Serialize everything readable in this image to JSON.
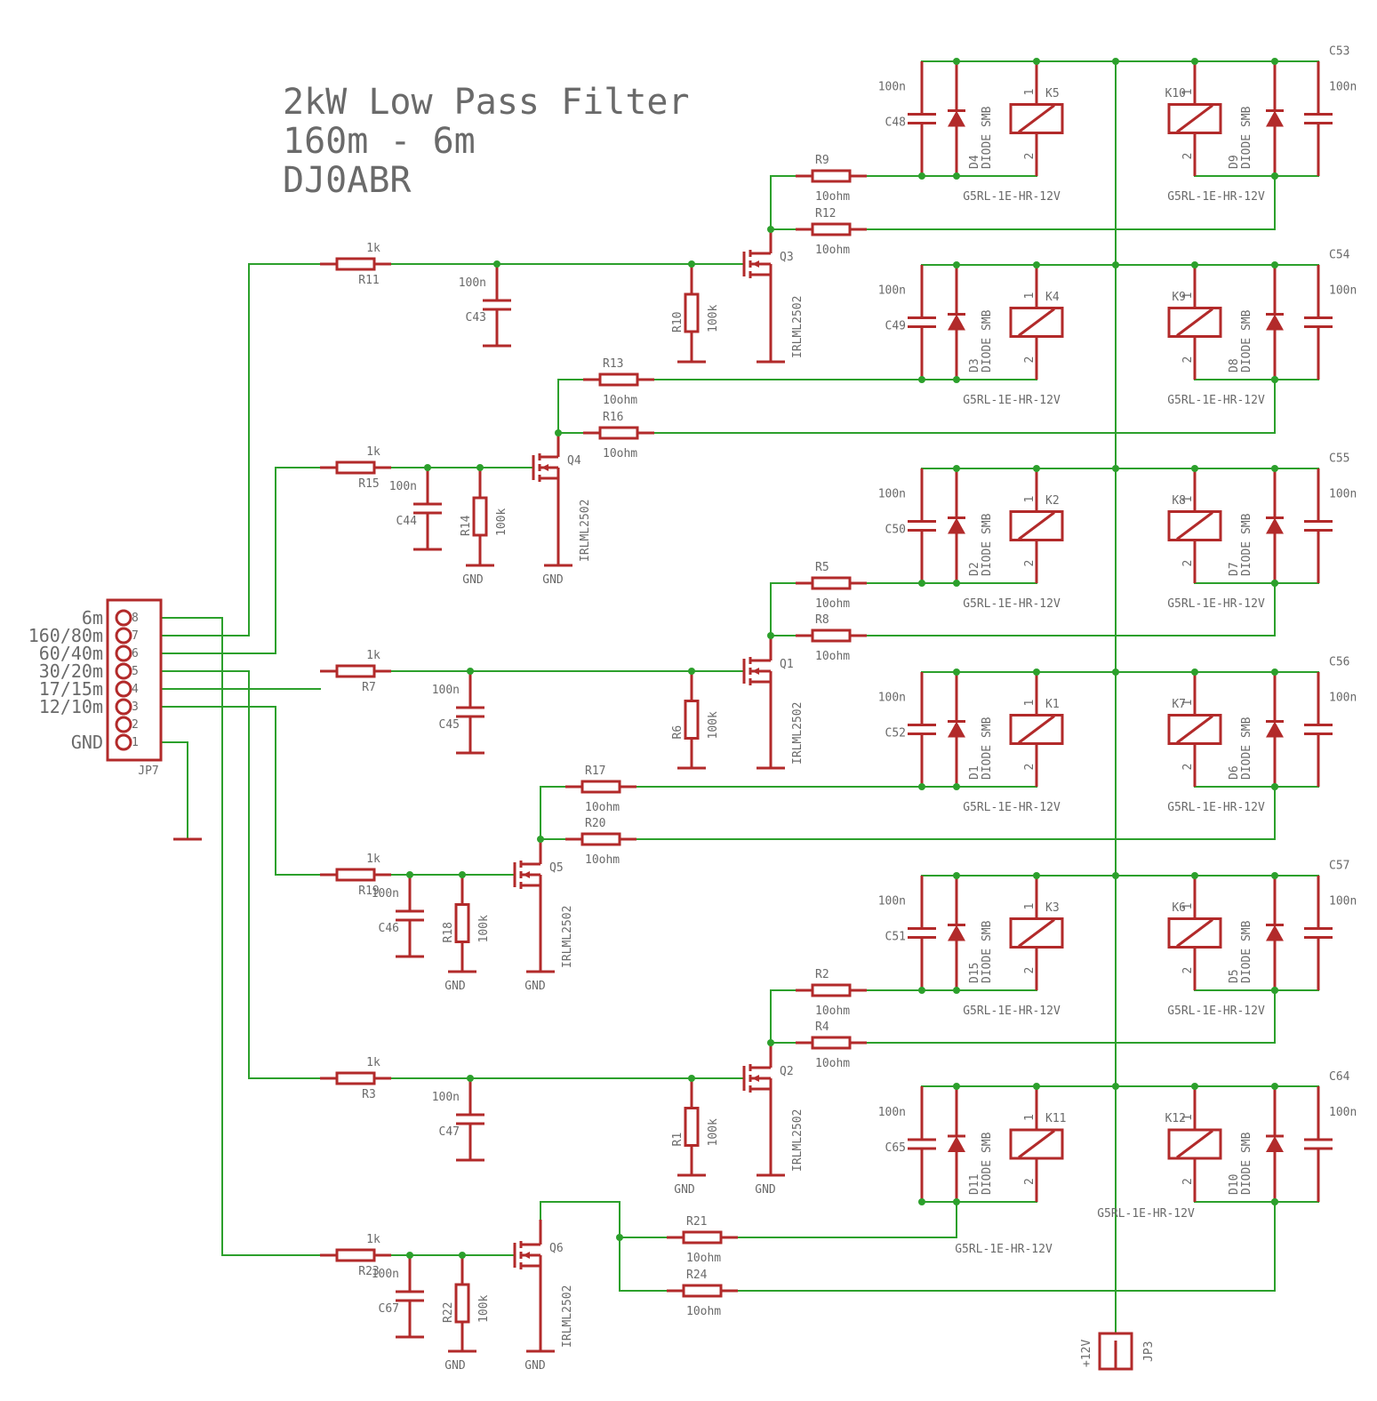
{
  "title": {
    "line1": "2kW Low Pass Filter",
    "line2": "160m - 6m",
    "line3": "DJ0ABR"
  },
  "colors": {
    "wire": "#2ca02c",
    "component": "#b22a2a",
    "text": "#6a6a6a"
  },
  "connector": {
    "name": "JP7",
    "pins": [
      {
        "num": "8",
        "label": "6m"
      },
      {
        "num": "7",
        "label": "160/80m"
      },
      {
        "num": "6",
        "label": "60/40m"
      },
      {
        "num": "5",
        "label": "30/20m"
      },
      {
        "num": "4",
        "label": "17/15m"
      },
      {
        "num": "3",
        "label": "12/10m"
      },
      {
        "num": "2",
        "label": ""
      },
      {
        "num": "1",
        "label": "GND"
      }
    ]
  },
  "power": {
    "name": "JP3",
    "label": "+12V"
  },
  "relay_part": "G5RL-1E-HR-12V",
  "diode_part": "DIODE SMB",
  "mosfet_part": "IRLML2502",
  "gnd": "GND",
  "pin1": "1",
  "pin2": "2",
  "drivers": [
    {
      "r_in": "R11",
      "r_in_val": "1k",
      "cap": "C43",
      "cap_val": "100n",
      "r_pd": "R10",
      "r_pd_val": "100k",
      "fet": "Q3",
      "ra": "R9",
      "ra_val": "10ohm",
      "rb": "R12",
      "rb_val": "10ohm",
      "show_gnd": false
    },
    {
      "r_in": "R15",
      "r_in_val": "1k",
      "cap": "C44",
      "cap_val": "100n",
      "r_pd": "R14",
      "r_pd_val": "100k",
      "fet": "Q4",
      "ra": "R13",
      "ra_val": "10ohm",
      "rb": "R16",
      "rb_val": "10ohm",
      "show_gnd": true
    },
    {
      "r_in": "R7",
      "r_in_val": "1k",
      "cap": "C45",
      "cap_val": "100n",
      "r_pd": "R6",
      "r_pd_val": "100k",
      "fet": "Q1",
      "ra": "R5",
      "ra_val": "10ohm",
      "rb": "R8",
      "rb_val": "10ohm",
      "show_gnd": false
    },
    {
      "r_in": "R19",
      "r_in_val": "1k",
      "cap": "C46",
      "cap_val": "100n",
      "r_pd": "R18",
      "r_pd_val": "100k",
      "fet": "Q5",
      "ra": "R17",
      "ra_val": "10ohm",
      "rb": "R20",
      "rb_val": "10ohm",
      "show_gnd": true
    },
    {
      "r_in": "R3",
      "r_in_val": "1k",
      "cap": "C47",
      "cap_val": "100n",
      "r_pd": "R1",
      "r_pd_val": "100k",
      "fet": "Q2",
      "ra": "R2",
      "ra_val": "10ohm",
      "rb": "R4",
      "rb_val": "10ohm",
      "show_gnd": true
    },
    {
      "r_in": "R23",
      "r_in_val": "1k",
      "cap": "C67",
      "cap_val": "100n",
      "r_pd": "R22",
      "r_pd_val": "100k",
      "fet": "Q6",
      "ra": "R21",
      "ra_val": "10ohm",
      "rb": "R24",
      "rb_val": "10ohm",
      "show_gnd": true
    }
  ],
  "relay_rows": [
    {
      "left": {
        "relay": "K5",
        "diode": "D4",
        "cap": "C48",
        "cap_val": "100n"
      },
      "right": {
        "relay": "K10",
        "diode": "D9",
        "cap": "C53",
        "cap_val": "100n"
      }
    },
    {
      "left": {
        "relay": "K4",
        "diode": "D3",
        "cap": "C49",
        "cap_val": "100n"
      },
      "right": {
        "relay": "K9",
        "diode": "D8",
        "cap": "C54",
        "cap_val": "100n"
      }
    },
    {
      "left": {
        "relay": "K2",
        "diode": "D2",
        "cap": "C50",
        "cap_val": "100n"
      },
      "right": {
        "relay": "K8",
        "diode": "D7",
        "cap": "C55",
        "cap_val": "100n"
      }
    },
    {
      "left": {
        "relay": "K1",
        "diode": "D1",
        "cap": "C52",
        "cap_val": "100n"
      },
      "right": {
        "relay": "K7",
        "diode": "D6",
        "cap": "C56",
        "cap_val": "100n"
      }
    },
    {
      "left": {
        "relay": "K3",
        "diode": "D15",
        "cap": "C51",
        "cap_val": "100n"
      },
      "right": {
        "relay": "K6",
        "diode": "D5",
        "cap": "C57",
        "cap_val": "100n"
      }
    },
    {
      "left": {
        "relay": "K11",
        "diode": "D11",
        "cap": "C65",
        "cap_val": "100n"
      },
      "right": {
        "relay": "K12",
        "diode": "D10",
        "cap": "C64",
        "cap_val": "100n"
      }
    }
  ]
}
